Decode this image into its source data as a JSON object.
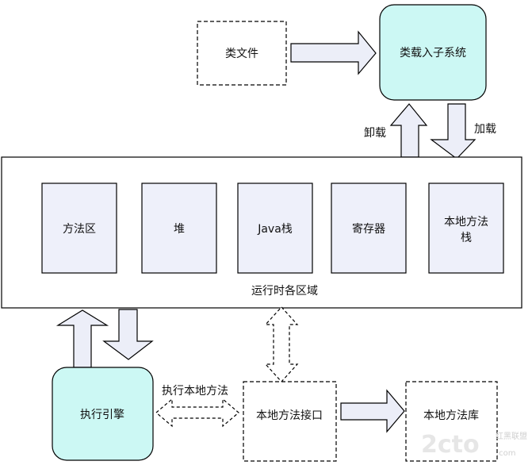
{
  "nodes": {
    "class_file": "类文件",
    "classloader": "类载入子系统",
    "runtime_area": "运行时各区域",
    "method_area": "方法区",
    "heap": "堆",
    "java_stack": "Java栈",
    "registers": "寄存器",
    "native_stack_line1": "本地方法",
    "native_stack_line2": "栈",
    "execution_engine": "执行引擎",
    "native_interface": "本地方法接口",
    "native_library": "本地方法库"
  },
  "edge_labels": {
    "unload": "卸载",
    "load": "加载",
    "exec_native": "执行本地方法"
  },
  "watermark": {
    "logo": "2cto",
    "site": "红黑联盟",
    "url": ".com"
  },
  "colors": {
    "box_fill": "#eef0fa",
    "cyan_fill": "#ccf8f4",
    "arrow_fill": "#eceef8",
    "stroke": "#000000"
  }
}
